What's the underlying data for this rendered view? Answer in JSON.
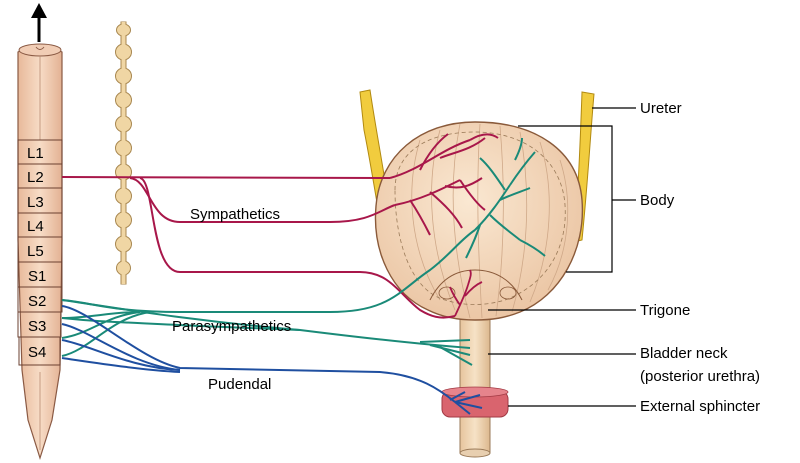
{
  "spinal_segments": [
    "L1",
    "L2",
    "L3",
    "L4",
    "L5",
    "S1",
    "S2",
    "S3",
    "S4"
  ],
  "nerve_labels": {
    "sympathetics": "Sympathetics",
    "parasympathetics": "Parasympathetics",
    "pudendal": "Pudendal"
  },
  "callouts": {
    "ureter": "Ureter",
    "body": "Body",
    "trigone": "Trigone",
    "bladder_neck_line1": "Bladder neck",
    "bladder_neck_line2": "(posterior urethra)",
    "external_sphincter": "External sphincter"
  },
  "colors": {
    "sympathetic": "#a8174a",
    "parasympathetic": "#1a8a78",
    "pudendal": "#1f4fa0",
    "cord_fill": "#f2cfb4",
    "bladder_fill": "#f5dcc0",
    "ureter_fill": "#f1cc3e",
    "chain_fill": "#f0d6a4",
    "sphincter_fill": "#d9646e"
  }
}
